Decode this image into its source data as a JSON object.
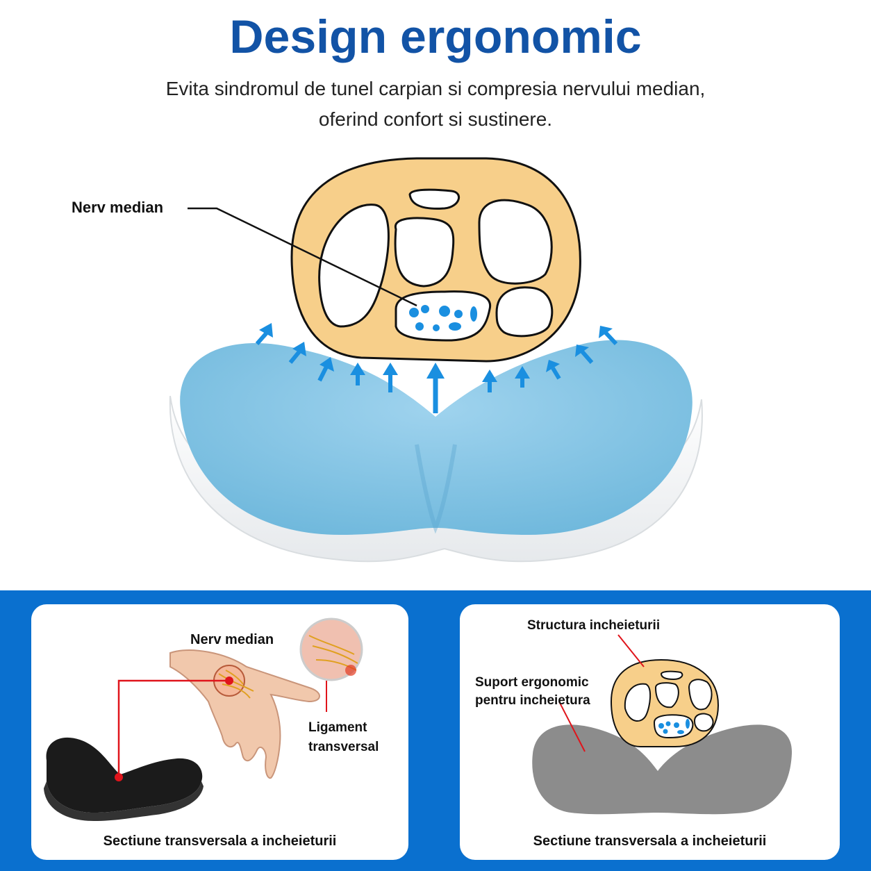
{
  "header": {
    "title": "Design ergonomic",
    "subtitle_line1": "Evita sindromul de tunel carpian si compresia nervului median,",
    "subtitle_line2": "oferind confort si sustinere."
  },
  "hero": {
    "nerve_label": "Nerv median",
    "pad_color": "#8cc7e6",
    "bone_color": "#f7cf8a",
    "arrow_color": "#1a8fe0"
  },
  "panel_left": {
    "nerve_label": "Nerv median",
    "ligament_label_line1": "Ligament",
    "ligament_label_line2": "transversal",
    "caption": "Sectiune transversala a incheieturii"
  },
  "panel_right": {
    "structure_label": "Structura incheieturii",
    "support_label_line1": "Suport ergonomic",
    "support_label_line2": "pentru incheietura",
    "caption": "Sectiune transversala a incheieturii"
  },
  "colors": {
    "title_blue": "#1253a6",
    "panel_blue": "#0a70cf",
    "marker_red": "#e0141b"
  }
}
